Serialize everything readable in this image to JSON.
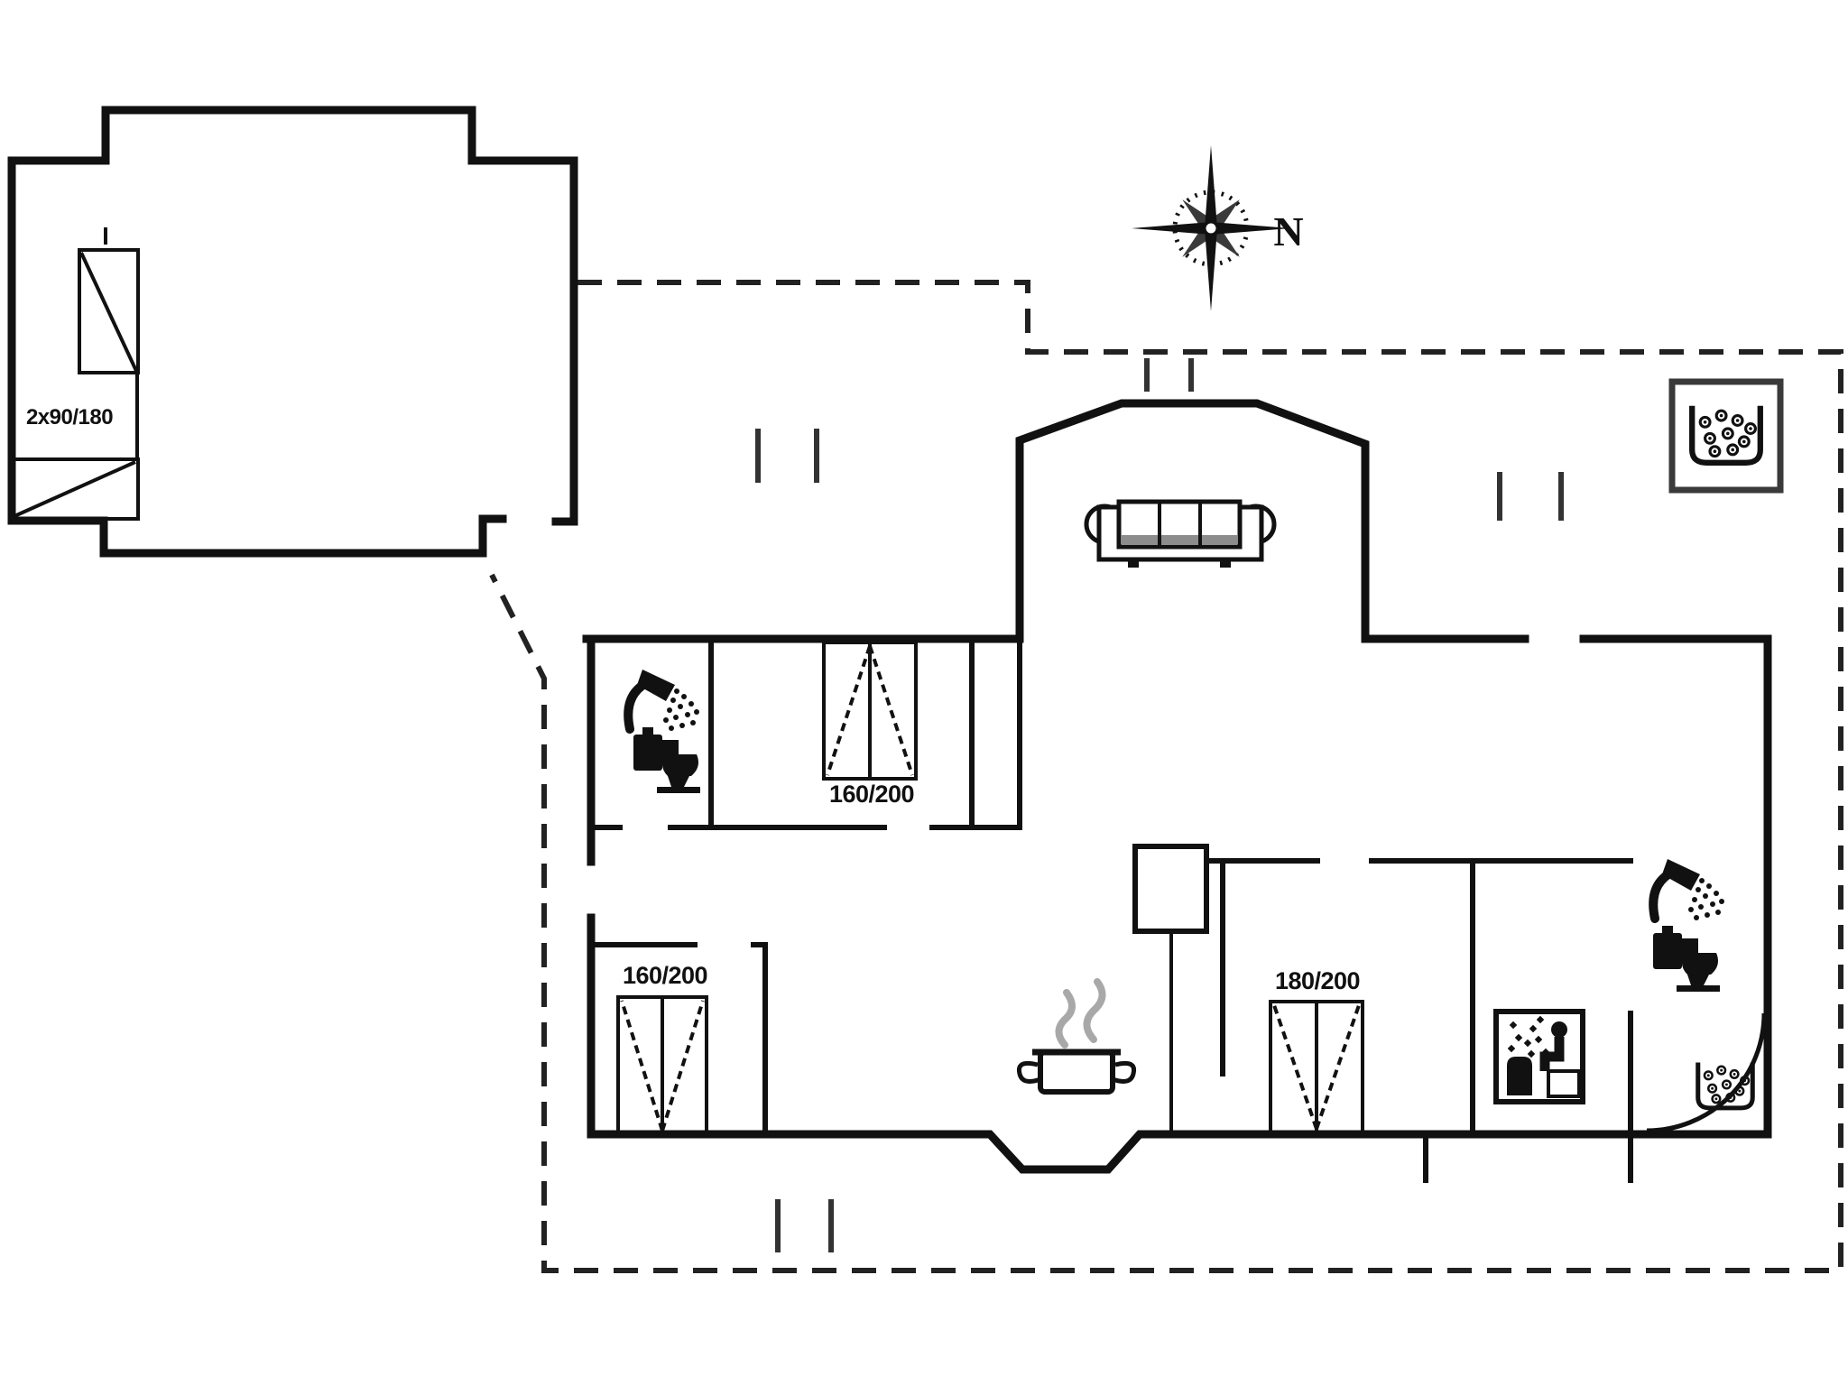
{
  "compass": {
    "label": "N"
  },
  "beds": {
    "annex": {
      "label": "2x90/180",
      "type": "two-single-beds"
    },
    "top_middle": {
      "label": "160/200",
      "type": "double-bed"
    },
    "lower_left": {
      "label": "160/200",
      "type": "double-bed"
    },
    "right": {
      "label": "180/200",
      "type": "double-bed"
    }
  },
  "icons": [
    "compass-rose-icon",
    "sofa-icon",
    "wood-stove-icon",
    "cooking-pot-icon",
    "shower-icon",
    "toilet-icon",
    "sauna-icon",
    "whirlpool-icon",
    "single-bed-icon",
    "double-bed-icon",
    "corner-shower-icon",
    "post-mark-icon"
  ],
  "colors": {
    "wall": "#111111",
    "dashed_boundary": "#222222",
    "steam": "#a8a8a8",
    "sofa_shade": "#8c8c8c",
    "background": "#ffffff"
  }
}
